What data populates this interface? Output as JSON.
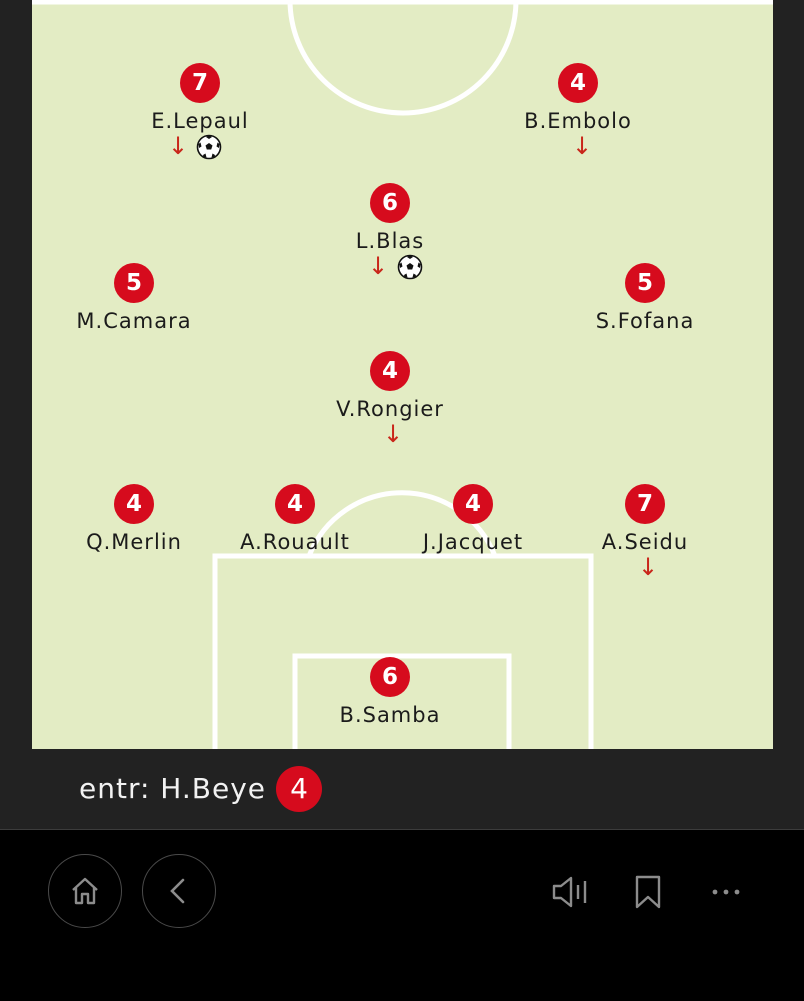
{
  "lineup": {
    "players": [
      {
        "id": "lepaul",
        "name": "E.Lepaul",
        "rating": "7",
        "subbed_off": true,
        "scored": true
      },
      {
        "id": "embolo",
        "name": "B.Embolo",
        "rating": "4",
        "subbed_off": true,
        "scored": false
      },
      {
        "id": "blas",
        "name": "L.Blas",
        "rating": "6",
        "subbed_off": true,
        "scored": true
      },
      {
        "id": "camara",
        "name": "M.Camara",
        "rating": "5",
        "subbed_off": false,
        "scored": false
      },
      {
        "id": "fofana",
        "name": "S.Fofana",
        "rating": "5",
        "subbed_off": false,
        "scored": false
      },
      {
        "id": "rongier",
        "name": "V.Rongier",
        "rating": "4",
        "subbed_off": true,
        "scored": false
      },
      {
        "id": "merlin",
        "name": "Q.Merlin",
        "rating": "4",
        "subbed_off": false,
        "scored": false
      },
      {
        "id": "rouault",
        "name": "A.Rouault",
        "rating": "4",
        "subbed_off": false,
        "scored": false
      },
      {
        "id": "jacquet",
        "name": "J.Jacquet",
        "rating": "4",
        "subbed_off": false,
        "scored": false
      },
      {
        "id": "seidu",
        "name": "A.Seidu",
        "rating": "7",
        "subbed_off": true,
        "scored": false
      },
      {
        "id": "samba",
        "name": "B.Samba",
        "rating": "6",
        "subbed_off": false,
        "scored": false
      }
    ]
  },
  "coach": {
    "label": "entr: H.Beye",
    "rating": "4"
  },
  "icons": {
    "sub_arrow": "↓",
    "ball": "soccer-ball-icon",
    "home": "home-icon",
    "back": "chevron-left-icon",
    "audio": "audio-read-icon",
    "bookmark": "bookmark-icon",
    "more": "more-dots-icon"
  },
  "colors": {
    "pitch": "#e3ecc4",
    "rating_badge": "#d60b1d",
    "sub_arrow": "#c9261a",
    "background": "#222222",
    "navbar": "#000000"
  }
}
